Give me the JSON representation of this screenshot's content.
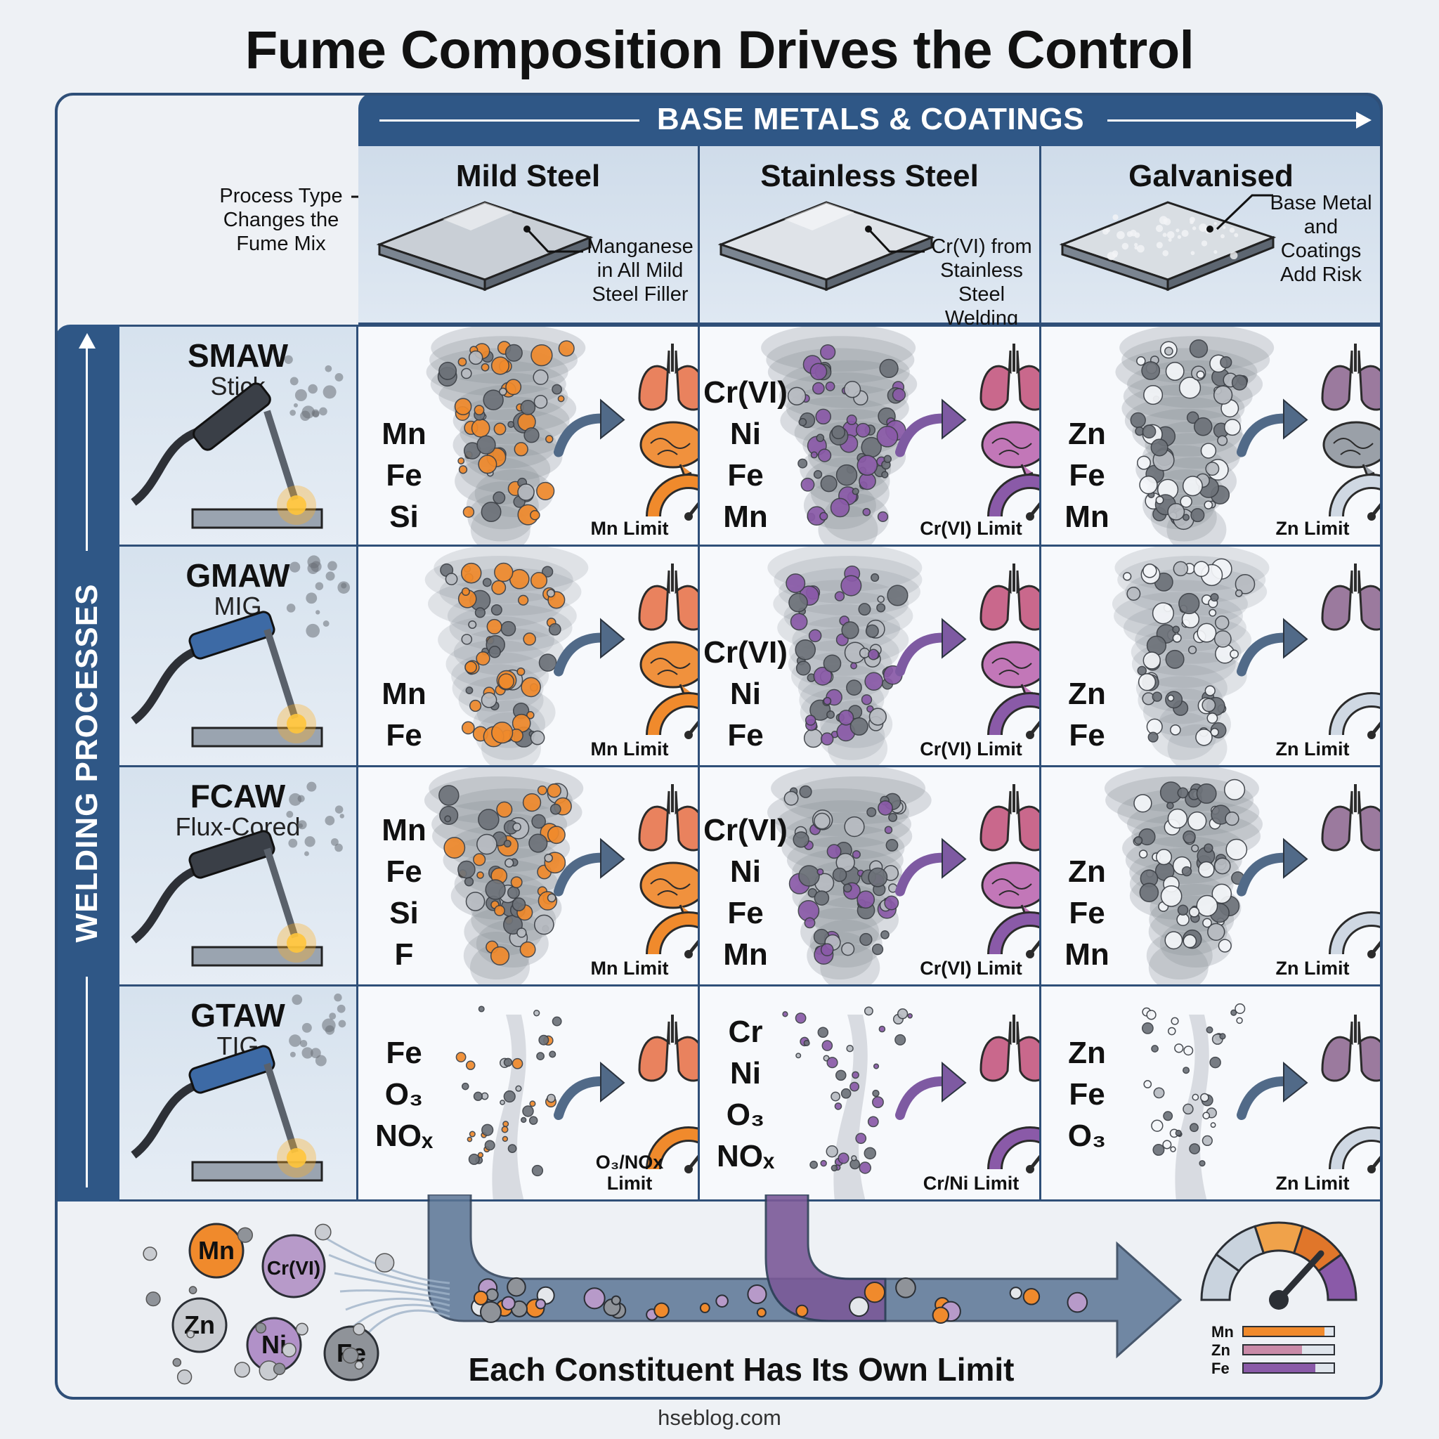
{
  "title": "Fume Composition Drives the Control",
  "columns_header": "BASE METALS & COATINGS",
  "rows_header": "WELDING PROCESSES",
  "corner_note": "Process Type\nChanges the\nFume Mix",
  "columns": [
    {
      "name": "Mild Steel",
      "note": "Manganese\nin All Mild\nSteel Filler",
      "tone": "#f08a2c"
    },
    {
      "name": "Stainless Steel",
      "note": "Cr(VI) from\nStainless\nSteel Welding",
      "tone": "#8a5aa8"
    },
    {
      "name": "Galvanised",
      "note": "Base Metal\nand\nCoatings\nAdd Risk",
      "tone": "#f4f6f9"
    }
  ],
  "rows": [
    {
      "name": "SMAW",
      "sub": "Stick"
    },
    {
      "name": "GMAW",
      "sub": "MIG"
    },
    {
      "name": "FCAW",
      "sub": "Flux-Cored"
    },
    {
      "name": "GTAW",
      "sub": "TIG"
    }
  ],
  "cells": [
    [
      {
        "elements": [
          "Mn",
          "Fe",
          "Si"
        ],
        "limit": "Mn Limit",
        "brain": true,
        "warn": false
      },
      {
        "elements": [
          "Cr(VI)",
          "Ni",
          "Fe",
          "Mn"
        ],
        "limit": "Cr(VI) Limit",
        "brain": true,
        "warn": true
      },
      {
        "elements": [
          "Zn",
          "Fe",
          "Mn"
        ],
        "limit": "Zn Limit",
        "brain": true,
        "warn": false
      }
    ],
    [
      {
        "elements": [
          "Mn",
          "Fe"
        ],
        "limit": "Mn Limit",
        "brain": true,
        "warn": false
      },
      {
        "elements": [
          "Cr(VI)",
          "Ni",
          "Fe"
        ],
        "limit": "Cr(VI) Limit",
        "brain": true,
        "warn": false
      },
      {
        "elements": [
          "Zn",
          "Fe"
        ],
        "limit": "Zn Limit",
        "brain": false,
        "warn": false
      }
    ],
    [
      {
        "elements": [
          "Mn",
          "Fe",
          "Si",
          "F"
        ],
        "limit": "Mn Limit",
        "brain": true,
        "warn": false
      },
      {
        "elements": [
          "Cr(VI)",
          "Ni",
          "Fe",
          "Mn"
        ],
        "limit": "Cr(VI) Limit",
        "brain": true,
        "warn": true
      },
      {
        "elements": [
          "Zn",
          "Fe",
          "Mn"
        ],
        "limit": "Zn Limit",
        "brain": false,
        "warn": false
      }
    ],
    [
      {
        "elements": [
          "Fe",
          "O₃",
          "NOₓ"
        ],
        "limit": "O₃/NOx\nLimit",
        "brain": false,
        "warn": false
      },
      {
        "elements": [
          "Cr",
          "Ni",
          "O₃",
          "NOₓ"
        ],
        "limit": "Cr/Ni Limit",
        "brain": false,
        "warn": false
      },
      {
        "elements": [
          "Zn",
          "Fe",
          "O₃"
        ],
        "limit": "Zn Limit",
        "brain": false,
        "warn": false
      }
    ]
  ],
  "constituents": [
    {
      "label": "Mn",
      "color": "#f08a2c"
    },
    {
      "label": "Cr(VI)",
      "color": "#b79ac9"
    },
    {
      "label": "Zn",
      "color": "#c9ccd1"
    },
    {
      "label": "Ni",
      "color": "#b191c8"
    },
    {
      "label": "Fe",
      "color": "#8f9399"
    }
  ],
  "bottom_title": "Each Constituent Has Its Own Limit",
  "gauge_legend": [
    {
      "label": "Mn",
      "color": "#f08a2c",
      "level": 0.9
    },
    {
      "label": "Zn",
      "color": "#c98aa8",
      "level": 0.65
    },
    {
      "label": "Fe",
      "color": "#8a5aa8",
      "level": 0.8
    }
  ],
  "footer": "hseblog.com"
}
